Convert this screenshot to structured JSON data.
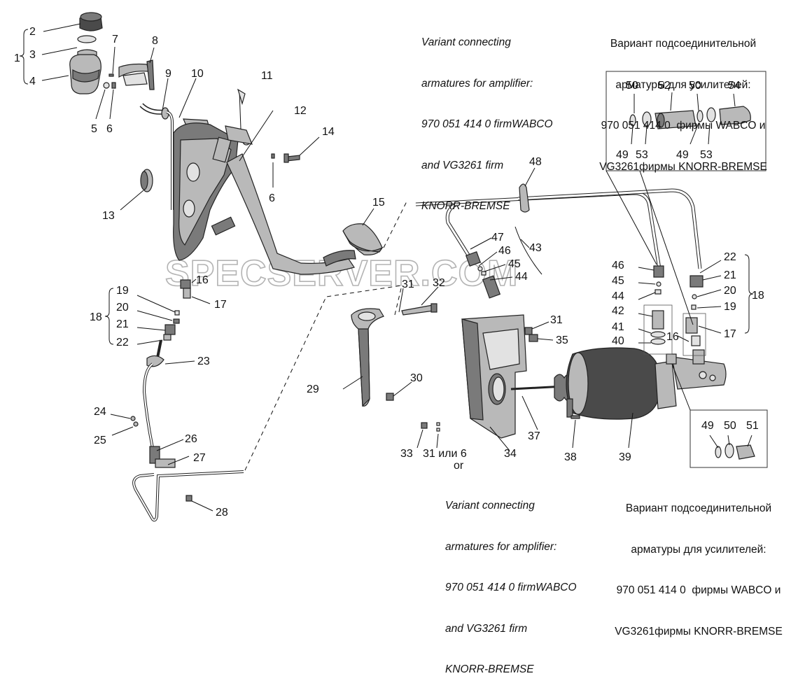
{
  "captions": {
    "en_top": [
      "Variant connecting",
      "armatures for amplifier:",
      "970 051 414 0 firmWABCO",
      "and VG3261 firm",
      "KNORR-BREMSE"
    ],
    "ru_top": [
      "Вариант подсоединительной",
      "арматуры для усилителей:",
      "970 051 414 0  фирмы WABCO и",
      "VG3261фирмы KNORR-BREMSE"
    ],
    "en_bottom": [
      "Variant connecting",
      "armatures for amplifier:",
      "970 051 414 0 firmWABCO",
      "and VG3261 firm",
      "KNORR-BREMSE"
    ],
    "ru_bottom": [
      "Вариант подсоединительной",
      "арматуры для усилителей:",
      "970 051 414 0  фирмы WABCO и",
      "VG3261фирмы KNORR-BREMSE"
    ]
  },
  "watermark": "SPECSERVER.COM",
  "labels": {
    "l1": "1",
    "l2": "2",
    "l3": "3",
    "l4": "4",
    "l5": "5",
    "l6": "6",
    "l7": "7",
    "l8": "8",
    "l9": "9",
    "l10": "10",
    "l11": "11",
    "l12": "12",
    "l13": "13",
    "l14": "14",
    "l6b": "6",
    "l15": "15",
    "l16a": "16",
    "l17a": "17",
    "l18a": "18",
    "l19a": "19",
    "l20a": "20",
    "l21a": "21",
    "l22a": "22",
    "l23": "23",
    "l24": "24",
    "l25": "25",
    "l26": "26",
    "l27": "27",
    "l28": "28",
    "l29": "29",
    "l30": "30",
    "l31a": "31",
    "l32": "32",
    "l31b": "31",
    "l35": "35",
    "l33": "33",
    "l31or6": "31 или 6",
    "lor": "or",
    "l34": "34",
    "l37": "37",
    "l38": "38",
    "l39": "39",
    "l40": "40",
    "l41": "41",
    "l42": "42",
    "l44a": "44",
    "l45a": "45",
    "l46a": "46",
    "l47": "47",
    "l46b": "46",
    "l45b": "45",
    "l44b": "44",
    "l43": "43",
    "l48": "48",
    "l16b": "16",
    "l17b": "17",
    "l18b": "18",
    "l19b": "19",
    "l20b": "20",
    "l21b": "21",
    "l22b": "22",
    "l50a": "50",
    "l52": "52",
    "l50b": "50",
    "l54": "54",
    "l49a": "49",
    "l53a": "53",
    "l49b": "49",
    "l53b": "53",
    "l49c": "49",
    "l50c": "50",
    "l51": "51"
  }
}
